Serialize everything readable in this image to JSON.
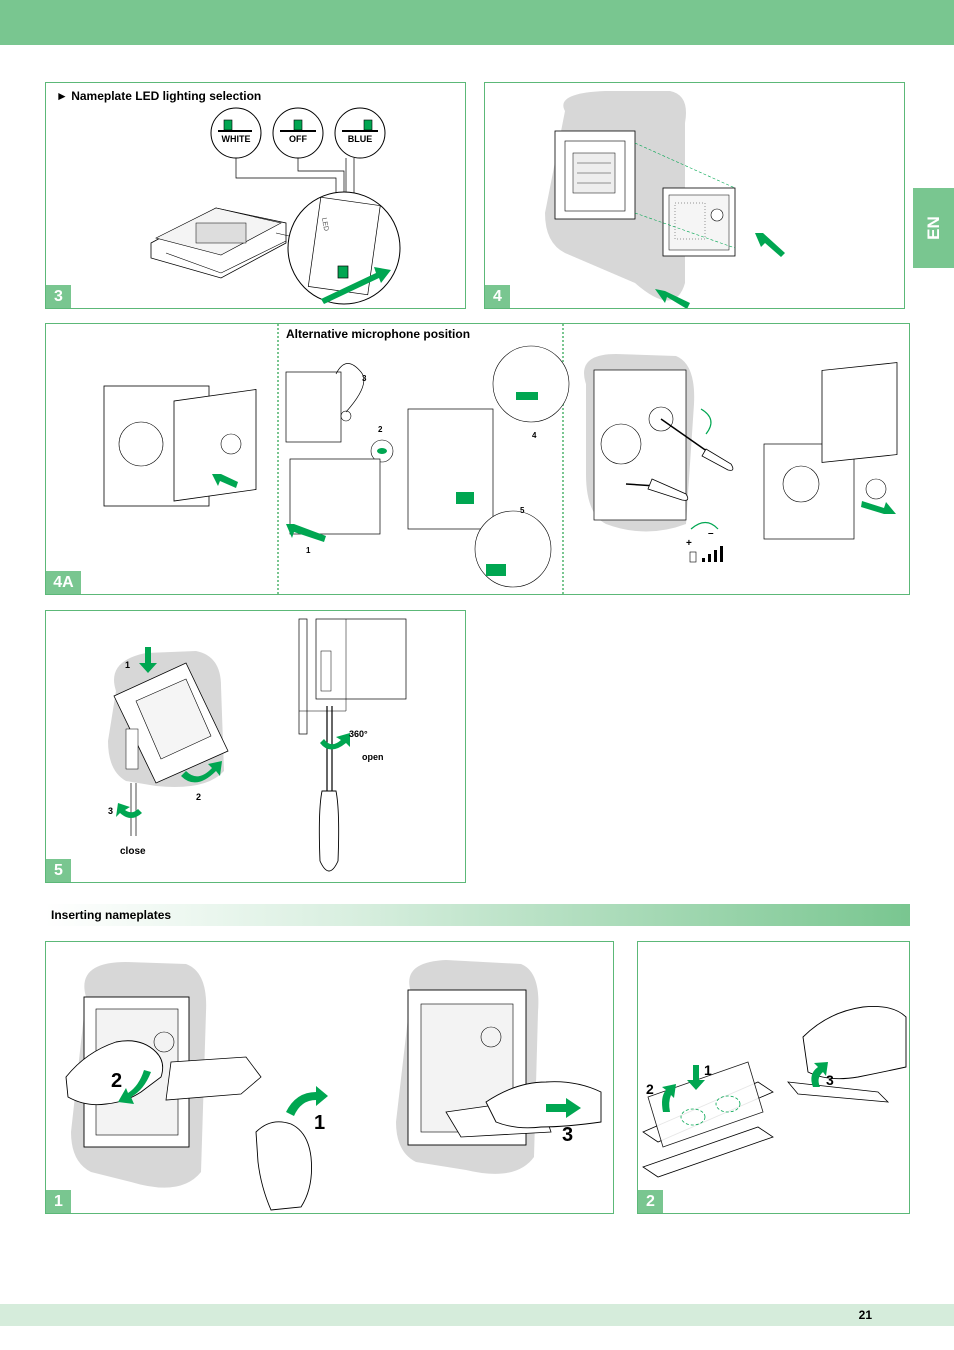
{
  "header": {
    "language_tab": "EN"
  },
  "panel_3": {
    "step": "3",
    "title": "► Nameplate LED lighting selection",
    "options": [
      "WHITE",
      "OFF",
      "BLUE"
    ],
    "led_text": "LED"
  },
  "panel_4": {
    "step": "4"
  },
  "panel_4a": {
    "step": "4A",
    "alt_title": "Alternative microphone position",
    "callouts": [
      "1",
      "2",
      "3",
      "4",
      "5"
    ]
  },
  "panel_5": {
    "step": "5",
    "callouts": [
      "1",
      "2",
      "3"
    ],
    "close_label": "close",
    "rotation_label": "360°",
    "open_label": "open"
  },
  "section": {
    "title": "Inserting nameplates"
  },
  "panel_n1": {
    "step": "1",
    "callouts": [
      "2",
      "1",
      "3"
    ]
  },
  "panel_n2": {
    "step": "2",
    "callouts": [
      "1",
      "2",
      "3"
    ]
  },
  "footer": {
    "page_number": "21"
  },
  "colors": {
    "accent": "#79c690",
    "arrow": "#00a651",
    "footer_band": "#d5ecdb"
  },
  "icons": [
    "arrow-icon",
    "screwdriver-icon",
    "hand-icon",
    "volume-icon"
  ]
}
